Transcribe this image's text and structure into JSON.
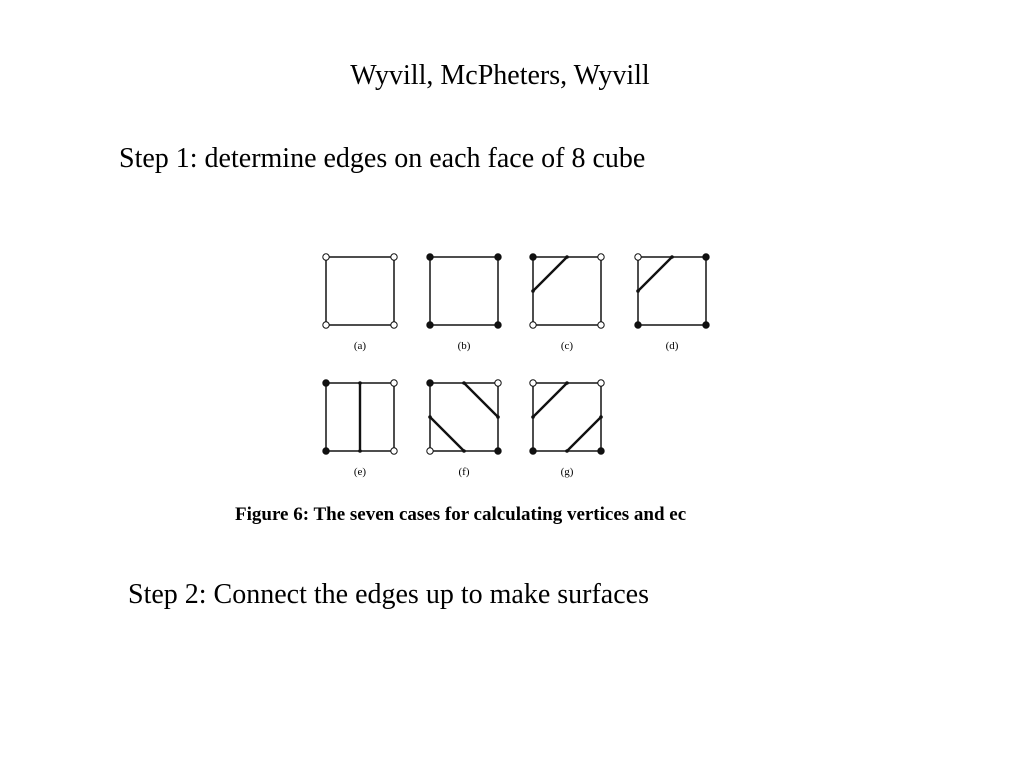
{
  "slide": {
    "title": "Wyvill, McPheters, Wyvill",
    "step1": "Step 1: determine edges on each face of 8 cube",
    "step2": "Step 2: Connect the edges up to make surfaces"
  },
  "figure": {
    "caption": "Figure 6:  The seven cases for calculating vertices and ec",
    "panels": [
      {
        "label": "(a)",
        "corners": {
          "tl": "open",
          "tr": "open",
          "bl": "open",
          "br": "open"
        },
        "segments": []
      },
      {
        "label": "(b)",
        "corners": {
          "tl": "filled",
          "tr": "filled",
          "bl": "filled",
          "br": "filled"
        },
        "segments": []
      },
      {
        "label": "(c)",
        "corners": {
          "tl": "filled",
          "tr": "open",
          "bl": "open",
          "br": "open"
        },
        "segments": [
          [
            "top",
            0.5,
            "left",
            0.5
          ]
        ]
      },
      {
        "label": "(d)",
        "corners": {
          "tl": "open",
          "tr": "filled",
          "bl": "filled",
          "br": "filled"
        },
        "segments": [
          [
            "top",
            0.5,
            "left",
            0.5
          ]
        ]
      },
      {
        "label": "(e)",
        "corners": {
          "tl": "filled",
          "tr": "open",
          "bl": "filled",
          "br": "open"
        },
        "segments": [
          [
            "top",
            0.5,
            "bottom",
            0.5
          ]
        ]
      },
      {
        "label": "(f)",
        "corners": {
          "tl": "filled",
          "tr": "open",
          "bl": "open",
          "br": "filled"
        },
        "segments": [
          [
            "top",
            0.5,
            "right",
            0.5
          ],
          [
            "left",
            0.5,
            "bottom",
            0.5
          ]
        ]
      },
      {
        "label": "(g)",
        "corners": {
          "tl": "open",
          "tr": "open",
          "bl": "filled",
          "br": "filled"
        },
        "segments": [
          [
            "top",
            0.5,
            "left",
            0.5
          ],
          [
            "bottom",
            0.5,
            "right",
            0.5
          ]
        ]
      }
    ]
  }
}
